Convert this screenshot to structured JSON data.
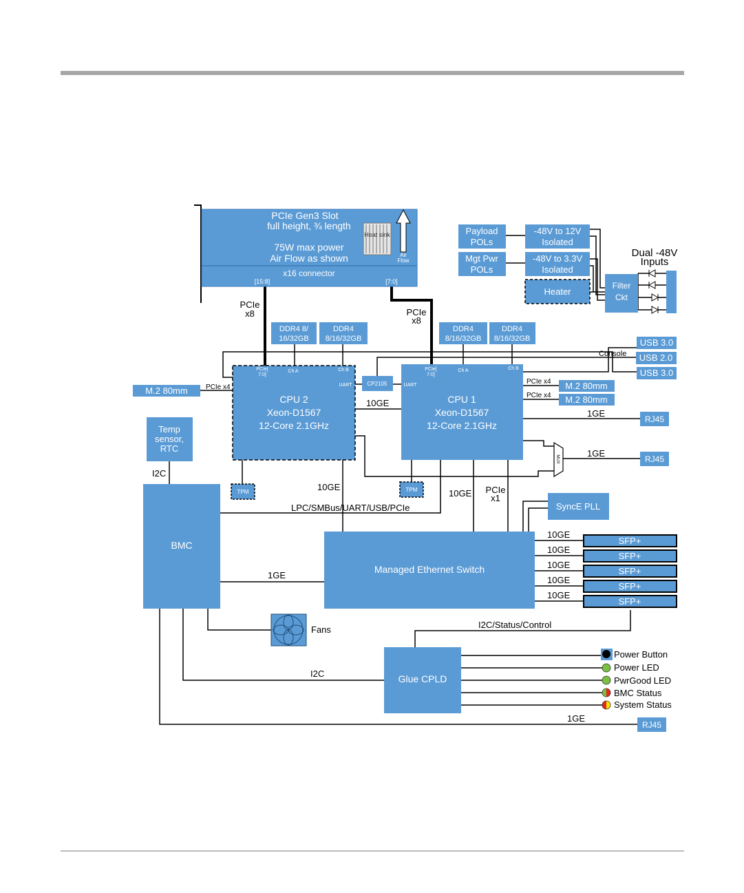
{
  "pcie_slot": {
    "title_lines": [
      "PCIe Gen3 Slot",
      "full height, ¾ length",
      "75W max power",
      "Air Flow as shown"
    ],
    "heat_sink": "Heat sink",
    "air_flow": "Air Flow",
    "connector": "x16 connector",
    "lane_left": "[15:8]",
    "lane_right": "[7:0]"
  },
  "links": {
    "pcie_x8_left": [
      "PCIe",
      "x8"
    ],
    "pcie_x8_right": [
      "PCIe",
      "x8"
    ],
    "pcie_x4": "PCIe x4",
    "console": "Console",
    "tenge_cpu": "10GE",
    "onege": "1GE",
    "i2c": "I2C",
    "tenge": "10GE",
    "lpc": "LPC/SMBus/UART/USB/PCIe",
    "pcie_x1": [
      "PCIe",
      "x1"
    ],
    "i2c_status": "I2C/Status/Control"
  },
  "cpu1": {
    "lines": [
      "CPU 1",
      "Xeon-D1567",
      "12-Core 2.1GHz"
    ],
    "pcie": [
      "PCIe[",
      "7:0]"
    ],
    "cha": "Ch A",
    "chb": "Ch B",
    "uart": "UART"
  },
  "cpu2": {
    "lines": [
      "CPU 2",
      "Xeon-D1567",
      "12-Core 2.1GHz"
    ],
    "pcie": [
      "PCIe[",
      "7:0]"
    ],
    "cha": "Ch A",
    "chb": "Ch B",
    "uart": "UART"
  },
  "ddr": {
    "cpu2_a": [
      "DDR4 8/",
      "16/32GB"
    ],
    "cpu2_b": [
      "DDR4",
      "8/16/32GB"
    ],
    "cpu1_a": [
      "DDR4",
      "8/16/32GB"
    ],
    "cpu1_b": [
      "DDR4",
      "8/16/32GB"
    ]
  },
  "cp2105": "CP2105",
  "m2": "M.2 80mm",
  "usb30": "USB 3.0",
  "usb20": "USB 2.0",
  "rj45": "RJ45",
  "temp": [
    "Temp",
    "sensor,",
    "RTC"
  ],
  "tpm": "TPM",
  "bmc": "BMC",
  "switch": "Managed Ethernet Switch",
  "synce": "SyncE PLL",
  "sfp": "SFP+",
  "fans": "Fans",
  "glue": "Glue CPLD",
  "power": {
    "payload": [
      "Payload",
      "POLs"
    ],
    "mgt": [
      "Mgt Pwr",
      "POLs"
    ],
    "conv12": [
      "-48V to 12V",
      "Isolated"
    ],
    "conv33": [
      "-48V to 3.3V",
      "Isolated"
    ],
    "heater": "Heater",
    "filter": [
      "Filter",
      "Ckt"
    ],
    "dual": [
      "Dual -48V",
      "Inputs"
    ]
  },
  "indicators": [
    {
      "label": "Power Button",
      "style": "button"
    },
    {
      "label": "Power LED",
      "style": "green"
    },
    {
      "label": "PwrGood LED",
      "style": "green"
    },
    {
      "label": "BMC Status",
      "style": "green-red"
    },
    {
      "label": "System Status",
      "style": "red-yellow"
    }
  ],
  "colors": {
    "block": "#5b9bd5",
    "green": "#7ac142",
    "red": "#e8251f",
    "yellow": "#f5e400"
  }
}
